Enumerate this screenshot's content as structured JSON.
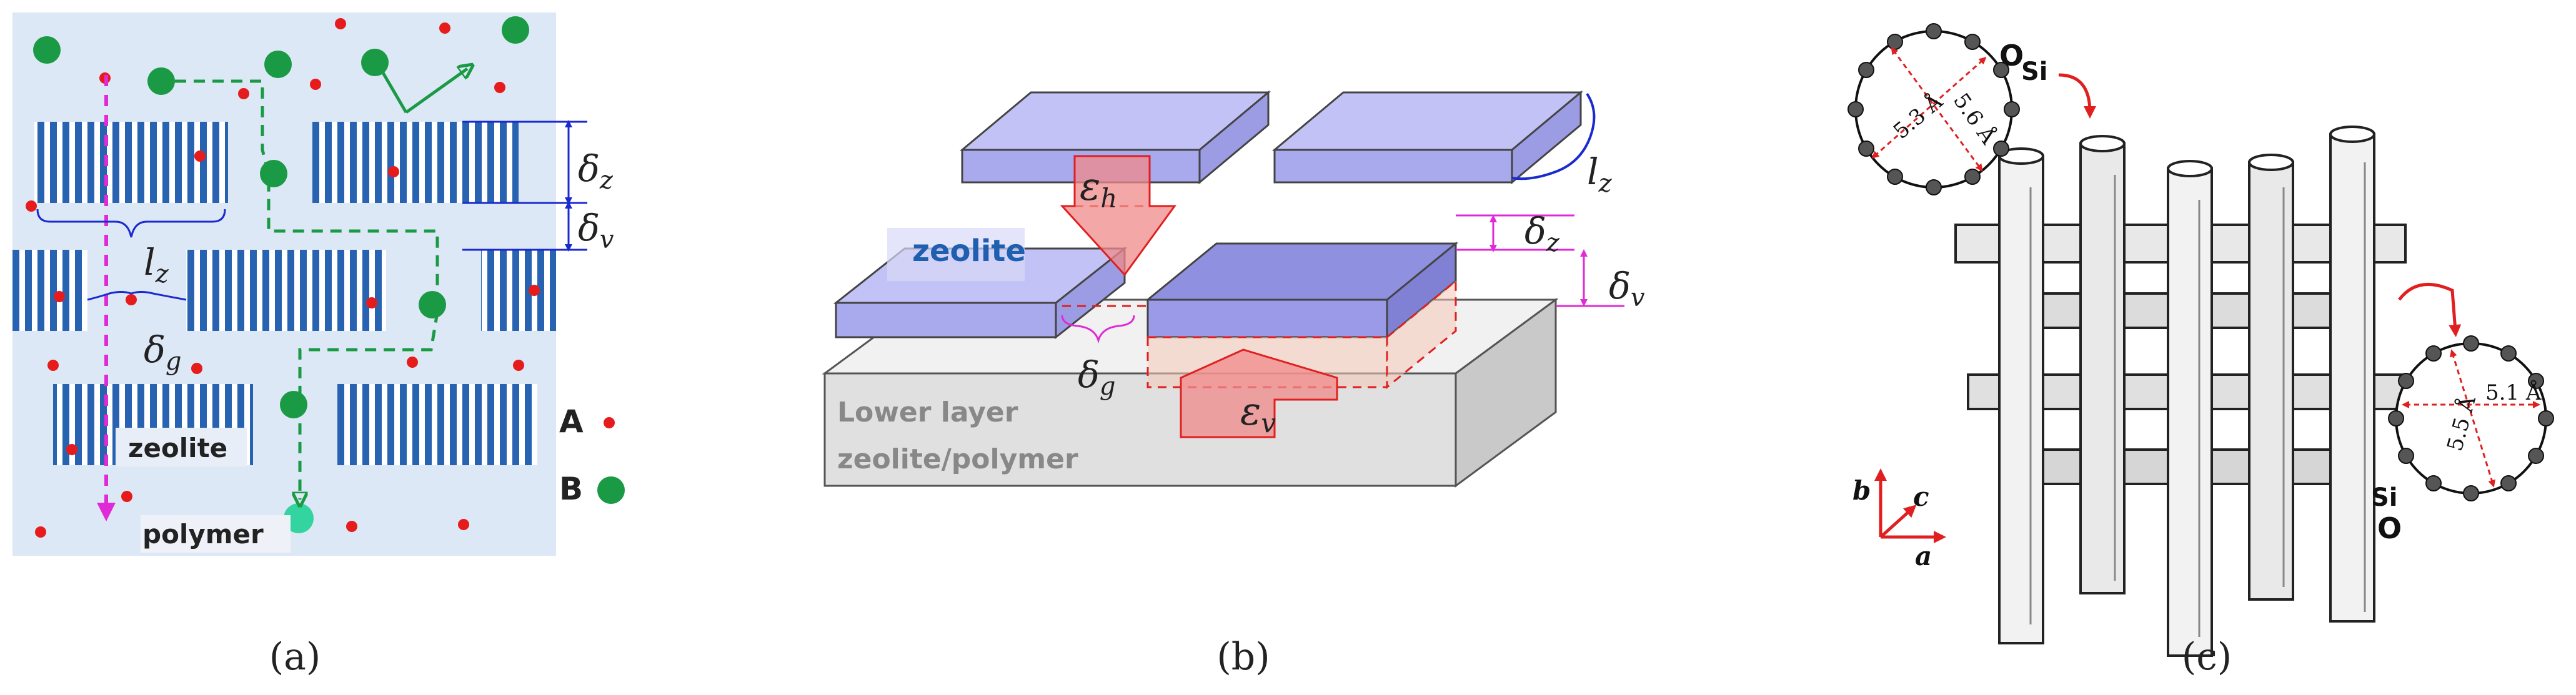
{
  "panel_a": {
    "caption": "(a)",
    "labels": {
      "delta_z": "δ",
      "delta_z_sub": "z",
      "delta_v": "δ",
      "delta_v_sub": "v",
      "l_z": "l",
      "l_z_sub": "z",
      "delta_g": "δ",
      "delta_g_sub": "g",
      "zeolite": "zeolite",
      "polymer": "polymer"
    },
    "legend": [
      {
        "label": "A",
        "color": "#e61c1c"
      },
      {
        "label": "B",
        "color": "#1a9a44"
      }
    ],
    "colors": {
      "background": "#dde8f6",
      "zeolite_stripe": "#2763b0",
      "path_magenta": "#e02ad8",
      "path_green": "#1a9a44"
    }
  },
  "panel_b": {
    "caption": "(b)",
    "labels": {
      "zeolite": "zeolite",
      "epsilon_h": "ε",
      "epsilon_h_sub": "h",
      "epsilon_v": "ε",
      "epsilon_v_sub": "v",
      "delta_z": "δ",
      "delta_z_sub": "z",
      "delta_v": "δ",
      "delta_v_sub": "v",
      "delta_g": "δ",
      "delta_g_sub": "g",
      "l_z": "l",
      "l_z_sub": "z",
      "lower_layer_line1": "Lower layer",
      "lower_layer_line2": "zeolite/polymer"
    },
    "colors": {
      "platelet": "#b9b9f2",
      "platelet_dark": "#8c8cd6",
      "base": "#e6e6e6",
      "arrow": "#f08a8a",
      "dimension": "#e02ad8"
    }
  },
  "panel_c": {
    "caption": "(c)",
    "labels": {
      "o_top": "O",
      "si_top": "Si",
      "dim_53": "5.3 Å",
      "dim_56": "5.6 Å",
      "dim_51": "5.1 Å",
      "dim_55": "5.5 Å",
      "si_bottom": "Si",
      "o_bottom": "O",
      "axis_a": "a",
      "axis_b": "b",
      "axis_c": "c"
    },
    "colors": {
      "axis": "#e02020",
      "ring_atom": "#555555"
    }
  }
}
